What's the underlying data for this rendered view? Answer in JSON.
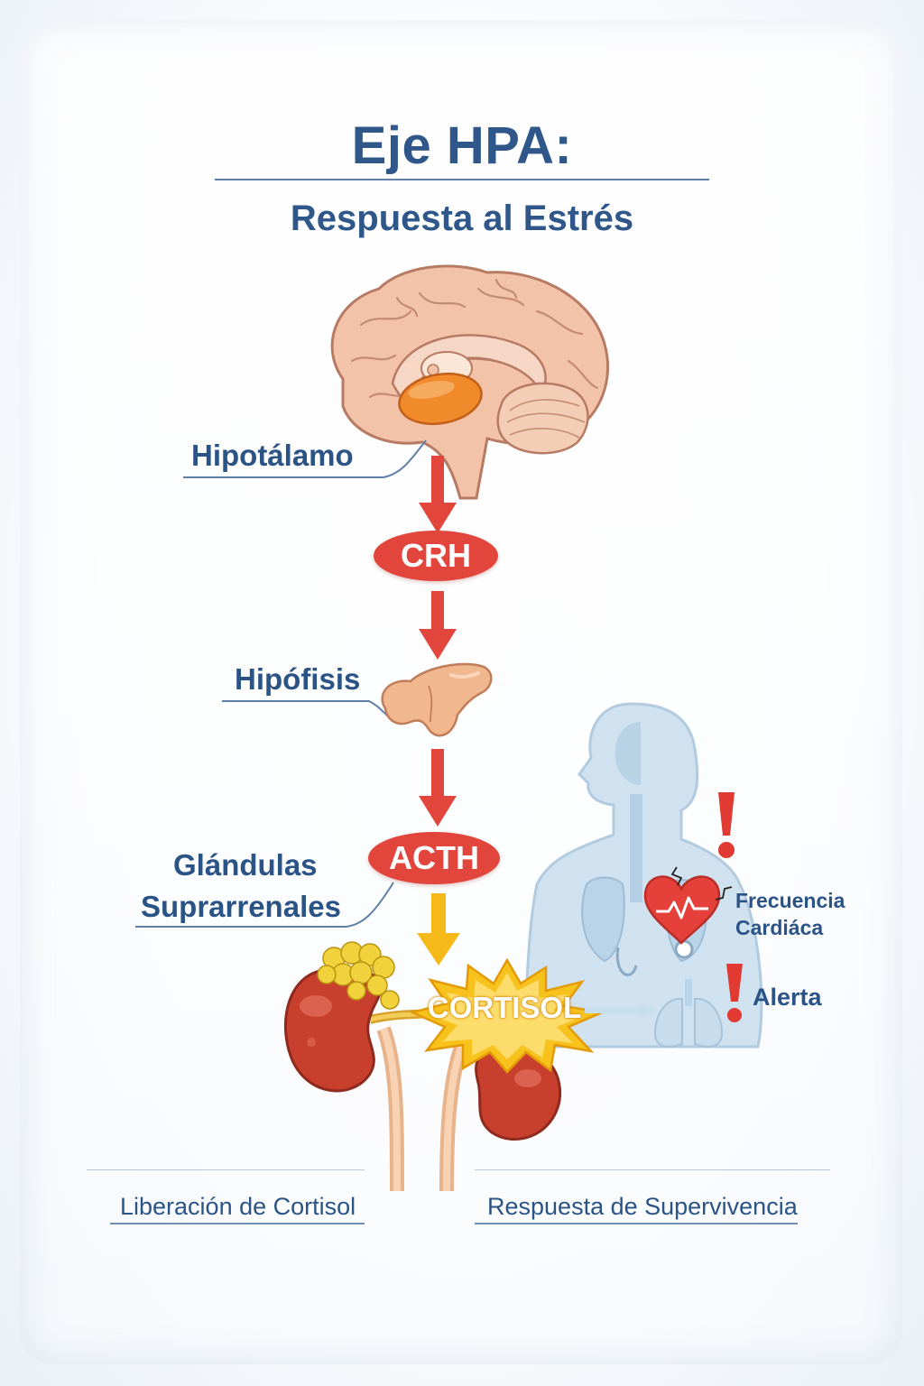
{
  "title": "Eje HPA:",
  "subtitle": "Respuesta al Estrés",
  "labels": {
    "hypothalamus": "Hipotálamo",
    "pituitary": "Hipófisis",
    "adrenal_line1": "Glándulas",
    "adrenal_line2": "Suprarrenales",
    "heart_rate_line1": "Frecuencia",
    "heart_rate_line2": "Cardiáca",
    "alert": "Alerta"
  },
  "hormones": {
    "crh": "CRH",
    "acth": "ACTH",
    "cortisol": "CORTISOL"
  },
  "footer": {
    "left": "Liberación de Cortisol",
    "right": "Respuesta de Supervivencia"
  },
  "colors": {
    "text_blue": "#2b5486",
    "arrow_red": "#e2453c",
    "arrow_yellow": "#f5b919",
    "alert_red": "#e03a33"
  }
}
